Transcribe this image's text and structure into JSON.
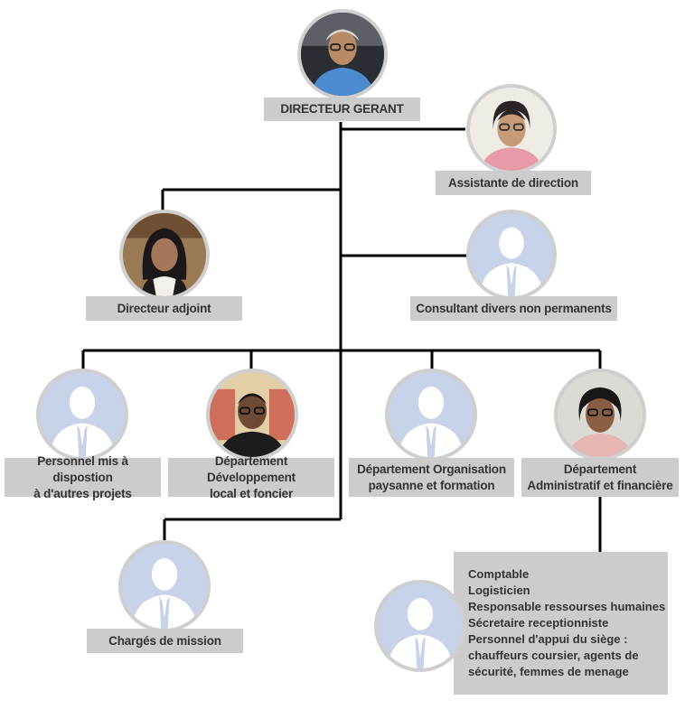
{
  "nodes": {
    "directeur_gerant": {
      "label": "DIRECTEUR GERANT",
      "photo": "man-with-glasses-photo"
    },
    "assistante": {
      "label": "Assistante de direction",
      "photo": "woman-with-glasses-photo"
    },
    "directeur_adjoint": {
      "label": "Directeur adjoint",
      "photo": "woman-dark-hair-photo"
    },
    "consultant": {
      "label": "Consultant divers non permanents",
      "photo": "person-placeholder-icon"
    },
    "personnel": {
      "line1": "Personnel mis à dispostion",
      "line2": "à d'autres projets",
      "photo": "person-placeholder-icon"
    },
    "dept_dev": {
      "line1": "Département Développement",
      "line2": "local et foncier",
      "photo": "man-with-glasses-photo"
    },
    "dept_org": {
      "line1": "Département Organisation",
      "line2": "paysanne et formation",
      "photo": "person-placeholder-icon"
    },
    "dept_admin": {
      "line1": "Département",
      "line2": "Administratif et financière",
      "photo": "woman-curly-hair-photo"
    },
    "charges": {
      "label": "Chargés de mission",
      "photo": "person-placeholder-icon"
    },
    "staff": {
      "photo": "person-placeholder-icon",
      "items": [
        "Comptable",
        "Logisticien",
        "Responsable ressourses humaines",
        "Sécretaire receptionniste",
        "Personnel d'appui du siège :",
        "chauffeurs coursier, agents de",
        "sécurité, femmes de menage"
      ]
    }
  },
  "colors": {
    "line": "#000000",
    "label_bg": "#cccccc",
    "label_text": "#333333",
    "placeholder_bg": "#c8d2e8"
  }
}
